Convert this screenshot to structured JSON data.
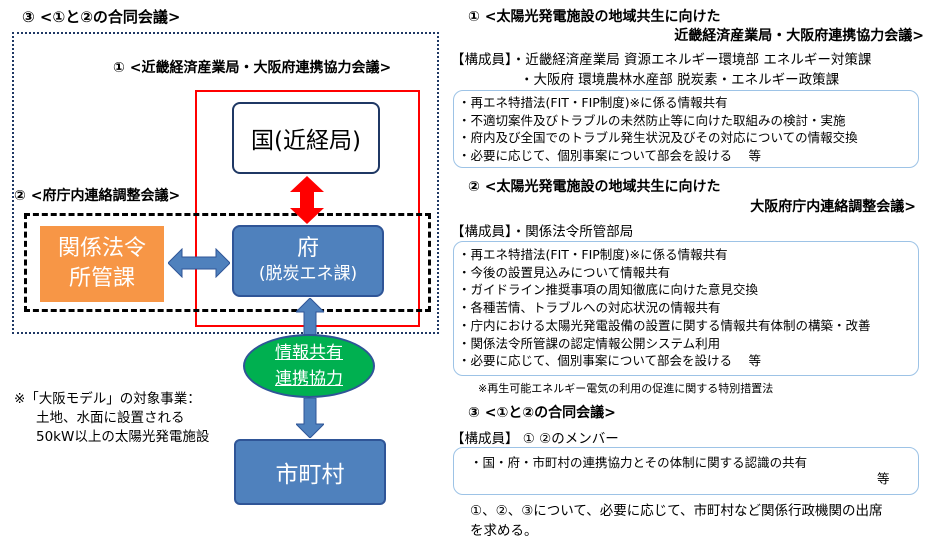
{
  "left": {
    "header": "③ <①と②の合同会議>",
    "kinki_label": "① <近畿経済産業局・大阪府連携協力会議>",
    "fuchou_label": "② <府庁内連絡調整会議>",
    "node_kuni": "国(近経局)",
    "node_fu_line1": "府",
    "node_fu_line2": "(脱炭エネ課)",
    "node_kankei_line1": "関係法令",
    "node_kankei_line2": "所管課",
    "ellipse_line1": "情報共有",
    "ellipse_line2": "連携協力",
    "node_shichoson": "市町村",
    "note_line1": "※「大阪モデル」の対象事業：",
    "note_line2": "土地、水面に設置される",
    "note_line3": "50kW以上の太陽光発電施設"
  },
  "right": {
    "s1_title_line1": "① <太陽光発電施設の地域共生に向けた",
    "s1_title_line2": "近畿経済産業局・大阪府連携協力会議>",
    "s1_members_line1": "【構成員】・近畿経済産業局 資源エネルギー環境部 エネルギー対策課",
    "s1_members_line2": "・大阪府 環境農林水産部 脱炭素・エネルギー政策課",
    "s1_items": [
      "・再エネ特措法(FIT・FIP制度)※に係る情報共有",
      "・不適切案件及びトラブルの未然防止等に向けた取組みの検討・実施",
      "・府内及び全国でのトラブル発生状況及びその対応についての情報交換",
      "・必要に応じて、個別事案について部会を設ける　 等"
    ],
    "s2_title_line1": "② <太陽光発電施設の地域共生に向けた",
    "s2_title_line2": "大阪府庁内連絡調整会議>",
    "s2_members": "【構成員】・関係法令所管部局",
    "s2_items": [
      "・再エネ特措法(FIT・FIP制度)※に係る情報共有",
      "・今後の設置見込みについて情報共有",
      "・ガイドライン推奨事項の周知徹底に向けた意見交換",
      "・各種苦情、トラブルへの対応状況の情報共有",
      "・庁内における太陽光発電設備の設置に関する情報共有体制の構築・改善",
      "・関係法令所管課の認定情報公開システム利用",
      "・必要に応じて、個別事案について部会を設ける　 等"
    ],
    "s2_footnote": "※再生可能エネルギー電気の利用の促進に関する特別措置法",
    "s3_title": "③ <①と②の合同会議>",
    "s3_members": "【構成員】 ① ②のメンバー",
    "s3_item": "・国・府・市町村の連携協力とその体制に関する認識の共有",
    "s3_etc": "等",
    "closing_line1": "①、②、③について、必要に応じて、市町村など関係行政機関の出席",
    "closing_line2": "を求める。"
  },
  "colors": {
    "blue_node": "#4f81bd",
    "orange_node": "#f79646",
    "green_ellipse": "#00b050",
    "red_frame": "#ff0000",
    "red_arrow": "#ff0000",
    "blue_arrow": "#4f81bd"
  }
}
